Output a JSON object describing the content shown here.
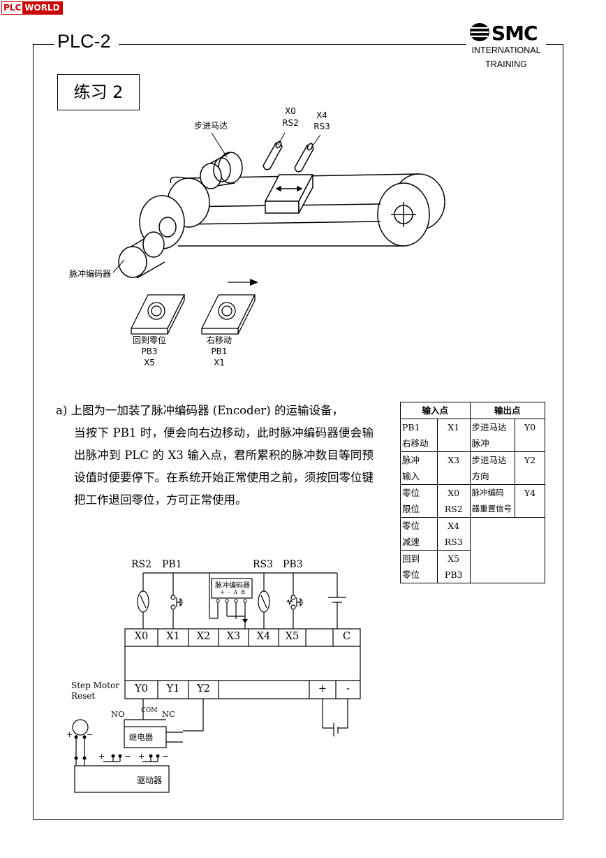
{
  "logo": {
    "left": "PLC",
    "right": "WORLD"
  },
  "header": {
    "title": "PLC-2",
    "brand": "SMC",
    "brand_line1": "INTERNATIONAL",
    "brand_line2": "TRAINING"
  },
  "exercise_label": "练习 2",
  "figure": {
    "stepper_motor": "步进马达",
    "sensor1_addr": "X0",
    "sensor1_name": "RS2",
    "sensor2_addr": "X4",
    "sensor2_name": "RS3",
    "encoder": "脉冲编码器",
    "button1_l1": "回到零位",
    "button1_l2": "PB3",
    "button1_l3": "X5",
    "button2_l1": "右移动",
    "button2_l2": "PB1",
    "button2_l3": "X1"
  },
  "paragraph": {
    "marker": "a)",
    "line1": "上图为一加装了脉冲编码器 (Encoder) 的运输设备，",
    "body": "当按下 PB1 时，便会向右边移动，此时脉冲编码器便会输出脉冲到 PLC 的 X3 输入点，君所累积的脉冲数目等同预设值时便要停下。在系统开始正常使用之前，须按回零位键把工作退回零位，方可正常使用。"
  },
  "io_table": {
    "input_header": "输入点",
    "output_header": "输出点",
    "inputs": [
      {
        "name": [
          "PB1",
          "右移动"
        ],
        "addr": [
          "X1"
        ]
      },
      {
        "name": [
          "脉冲",
          "输入"
        ],
        "addr": [
          "X3"
        ]
      },
      {
        "name": [
          "零位",
          "限位"
        ],
        "addr": [
          "X0",
          "RS2"
        ]
      },
      {
        "name": [
          "零位",
          "减速"
        ],
        "addr": [
          "X4",
          "RS3"
        ]
      },
      {
        "name": [
          "回到",
          "零位"
        ],
        "addr": [
          "X5",
          "PB3"
        ]
      }
    ],
    "outputs": [
      {
        "name": [
          "步进马达",
          "脉冲"
        ],
        "addr": "Y0"
      },
      {
        "name": [
          "步进马达",
          "方向"
        ],
        "addr": "Y2"
      },
      {
        "name": [
          "脉冲编码",
          "器重置信号"
        ],
        "addr": "Y4"
      }
    ]
  },
  "wiring": {
    "rs2": "RS2",
    "pb1": "PB1",
    "rs3": "RS3",
    "pb3": "PB3",
    "encoder_box": "脉冲编码器",
    "encoder_pins": "+  -  A  B",
    "inputs": [
      "X0",
      "X1",
      "X2",
      "X3",
      "X4",
      "X5",
      "",
      "C"
    ],
    "outputs": [
      "Y0",
      "Y1",
      "Y2"
    ],
    "power_plus": "+",
    "power_minus": "-",
    "step_motor_l1": "Step Motor",
    "step_motor_l2": "Reset",
    "no": "NO",
    "com": "COM",
    "nc": "NC",
    "relay": "继电器",
    "driver": "驱动器"
  }
}
